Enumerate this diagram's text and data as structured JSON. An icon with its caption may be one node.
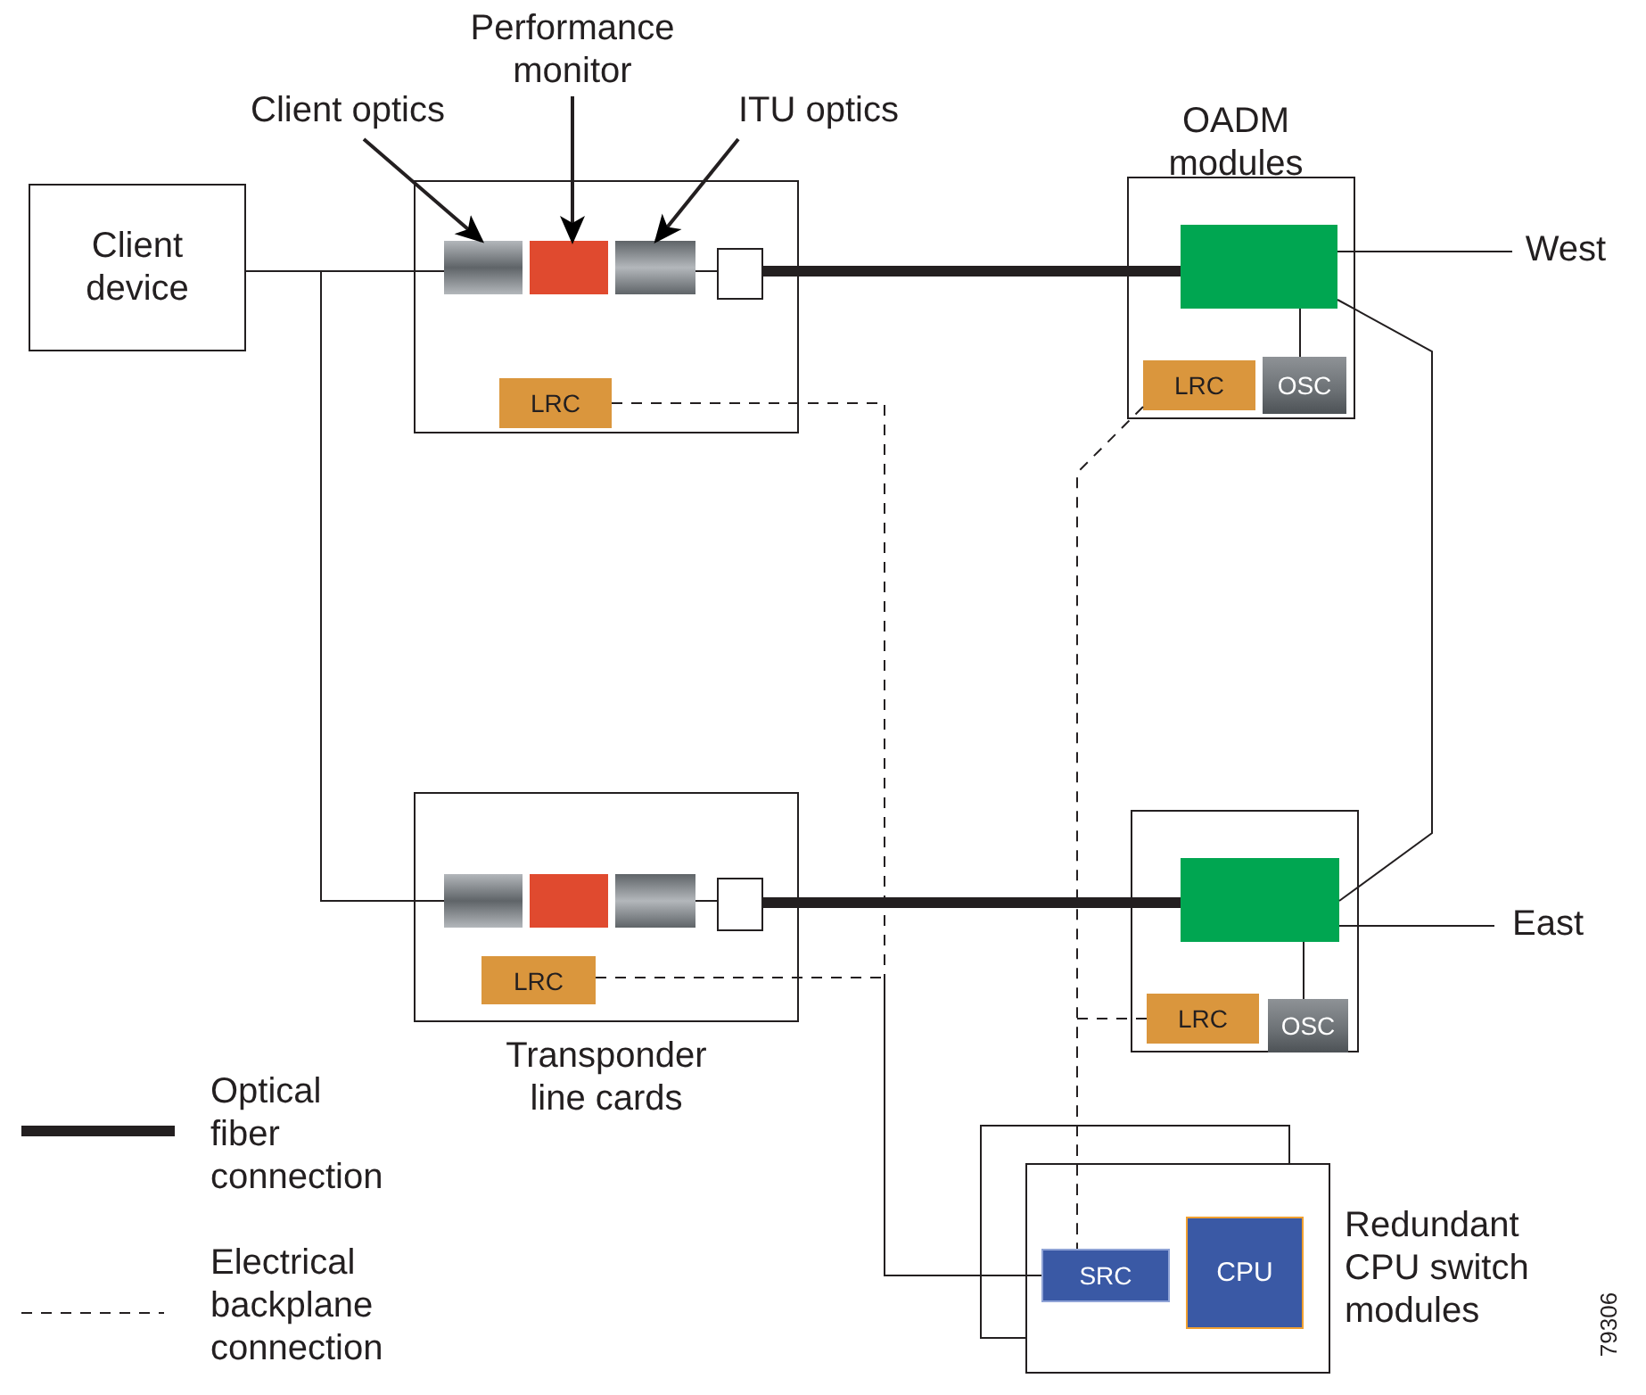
{
  "diagram": {
    "nodes": [
      {
        "text": [
          "Client optics"
        ]
      },
      {
        "text": [
          "Performance monitor"
        ]
      },
      {
        "text": [
          "ITU optics"
        ]
      },
      {
        "text": [
          "Client device"
        ]
      },
      {
        "text": [],
        "shape": "box"
      },
      {
        "text": [],
        "shape": "box",
        "in": 4
      },
      {
        "text": [],
        "shape": "box",
        "in": 4
      },
      {
        "text": [],
        "shape": "box",
        "in": 4
      },
      {
        "text": [],
        "shape": "box",
        "in": 4
      },
      {
        "text": [
          "LRC"
        ],
        "in": 4
      },
      {
        "text": [],
        "shape": "box"
      },
      {
        "text": [],
        "shape": "box",
        "in": 10
      },
      {
        "text": [
          "LRC"
        ],
        "in": 10
      },
      {
        "text": [
          "OSC"
        ],
        "in": 10
      },
      {
        "text": [
          "West"
        ]
      },
      {
        "text": [],
        "shape": "box"
      },
      {
        "text": [],
        "shape": "box",
        "in": 15
      },
      {
        "text": [],
        "shape": "box",
        "in": 15
      },
      {
        "text": [],
        "shape": "box",
        "in": 15
      },
      {
        "text": [],
        "shape": "box",
        "in": 15
      },
      {
        "text": [
          "LRC"
        ],
        "in": 15
      },
      {
        "text": [],
        "shape": "box"
      },
      {
        "text": [],
        "shape": "box",
        "in": 21
      },
      {
        "text": [
          "LRC"
        ],
        "in": 21
      },
      {
        "text": [
          "OSC"
        ],
        "in": 21
      },
      {
        "text": [
          "East"
        ]
      },
      {
        "text": [],
        "shape": "box"
      },
      {
        "text": [
          "SRC"
        ],
        "in": 26
      },
      {
        "text": [
          "CPU"
        ],
        "in": 26
      }
    ],
    "edges": [
      {
        "from": 3,
        "to": 5,
        "arrow": "none"
      },
      {
        "from": 3,
        "to": 16,
        "arrow": "none"
      },
      {
        "from": 7,
        "to": 8,
        "arrow": "none"
      },
      {
        "from": 18,
        "to": 19,
        "arrow": "none"
      },
      {
        "from": 8,
        "to": 11,
        "arrow": "none",
        "style": "thick"
      },
      {
        "from": 19,
        "to": 22,
        "arrow": "none",
        "style": "thick"
      },
      {
        "from": 11,
        "to": 14,
        "arrow": "none"
      },
      {
        "from": 22,
        "to": 25,
        "arrow": "none"
      },
      {
        "from": 11,
        "to": 22,
        "arrow": "none"
      },
      {
        "from": 11,
        "to": 13,
        "arrow": "none"
      },
      {
        "from": 22,
        "to": 24,
        "arrow": "none"
      },
      {
        "from": 0,
        "to": 5,
        "arrow": "to"
      },
      {
        "from": 1,
        "to": 6,
        "arrow": "to"
      },
      {
        "from": 2,
        "to": 7,
        "arrow": "to"
      },
      {
        "from": 9,
        "to": 27,
        "arrow": "none",
        "style": "dashed"
      },
      {
        "from": 20,
        "to": 27,
        "arrow": "none",
        "style": "dashed"
      },
      {
        "from": 12,
        "to": 27,
        "arrow": "none",
        "style": "dashed"
      },
      {
        "from": 23,
        "to": 27,
        "arrow": "none",
        "style": "dashed"
      }
    ],
    "labels": [
      "OADM modules",
      "Transponder line cards",
      "Redundant CPU switch modules",
      "79306"
    ],
    "legend": [
      {
        "text": "Optical fiber connection"
      },
      {
        "text": "Electrical backplane connection"
      }
    ]
  }
}
